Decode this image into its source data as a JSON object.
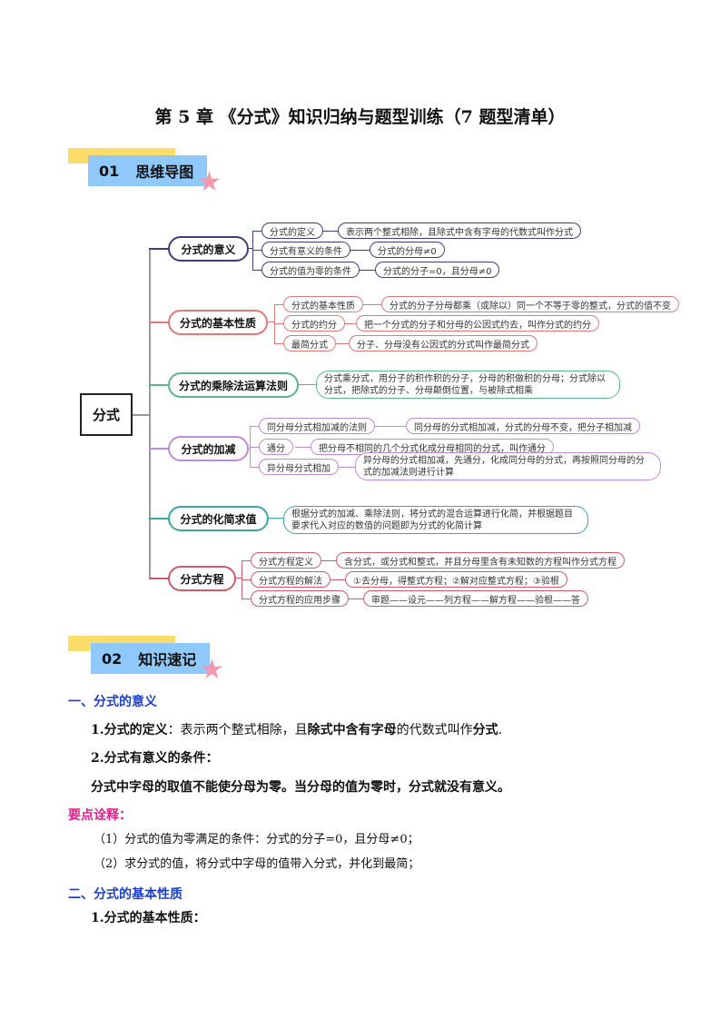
{
  "title": "第 5 章 《分式》知识归纳与题型训练（7 题型清单）",
  "sec1": {
    "num": "01",
    "label": "思维导图"
  },
  "sec2": {
    "num": "02",
    "label": "知识速记"
  },
  "mindmap": {
    "root": "分式",
    "g1": {
      "label": "分式的意义",
      "color": "#3d3f7a",
      "items": [
        [
          "分式的定义",
          "表示两个整式相除，且除式中含有字母的代数式叫作分式"
        ],
        [
          "分式有意义的条件",
          "分式的分母≠0"
        ],
        [
          "分式的值为零的条件",
          "分式的分子=0，且分母≠0"
        ]
      ]
    },
    "g2": {
      "label": "分式的基本性质",
      "color": "#e07a7a",
      "items": [
        [
          "分式的基本性质",
          "分式的分子分母都乘（或除以）同一个不等于零的整式，分式的值不变"
        ],
        [
          "分式的约分",
          "把一个分式的分子和分母的公因式约去，叫作分式的约分"
        ],
        [
          "最简分式",
          "分子、分母没有公因式的分式叫作最简分式"
        ]
      ]
    },
    "g3": {
      "label": "分式的乘除法运算法则",
      "color": "#5bb58a",
      "leaf": "分式乘分式，用分子的积作积的分子，分母的积做积的分母；分式除以分式，把除式的分子、分母颠倒位置，与被除式相乘"
    },
    "g4": {
      "label": "分式的加减",
      "color": "#c08ad8",
      "items": [
        [
          "同分母分式相加减的法则",
          "同分母的分式相加减，分式的分母不变，把分子相加减"
        ],
        [
          "通分",
          "把分母不相同的几个分式化成分母相同的分式，叫作通分"
        ],
        [
          "异分母分式相加",
          "异分母的分式相加减，先通分，化成同分母的分式，再按照同分母的分式的加减法则进行计算"
        ]
      ]
    },
    "g5": {
      "label": "分式的化简求值",
      "color": "#3aa6a6",
      "leaf": "根据分式的加减、乘除法则，将分式的混合运算进行化简，并根据题目要求代入对应的数值的问题即为分式的化简计算"
    },
    "g6": {
      "label": "分式方程",
      "color": "#d05a6a",
      "items": [
        [
          "分式方程定义",
          "含分式，或分式和整式，并且分母里含有未知数的方程叫作分式方程"
        ],
        [
          "分式方程的解法",
          "①去分母，得整式方程；②解对应整式方程；③验根"
        ],
        [
          "分式方程的应用步骤",
          "审题——设元——列方程——解方程——验根——答"
        ]
      ]
    }
  },
  "notes": {
    "h1": "一、分式的意义",
    "p1a": "1.分式的定义",
    "p1b": "：表示两个整式相除，且",
    "p1c": "除式中含有字母",
    "p1d": "的代数式叫作",
    "p1e": "分式",
    "p1f": ".",
    "p2": "2.分式有意义的条件：",
    "p3": "分式中字母的取值不能使分母为零。当分母的值为零时，分式就没有意义。",
    "key": "要点诠释：",
    "k1": "（1）分式的值为零满足的条件：分式的分子=0，且分母≠0；",
    "k2": "（2）求分式的值，将分式中字母的值带入分式，并化到最简；",
    "h2": "二、分式的基本性质",
    "p4": "1.分式的基本性质："
  }
}
